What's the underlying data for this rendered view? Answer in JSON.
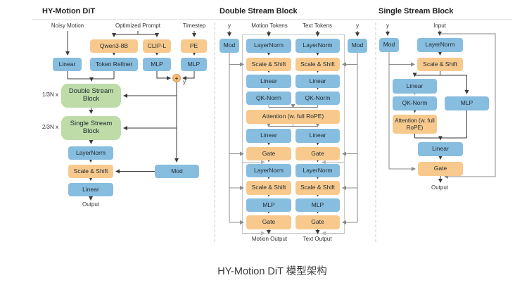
{
  "colors": {
    "blue": "#87BDDF",
    "orange": "#F8C98D",
    "green": "#BDDCA8",
    "plus_fill": "#F5B97C",
    "plus_border": "#DF9A55"
  },
  "caption": "HY-Motion DiT 模型架构",
  "left_panel": {
    "title": "HY-Motion DiT",
    "noisy_motion": "Noisy Motion",
    "optimized_prompt": "Optimized Prompt",
    "timestep": "Timestep",
    "qwen": "Qwen3-8B",
    "clip": "CLIP-L",
    "pe": "PE",
    "linear_in": "Linear",
    "token_refiner": "Token Refiner",
    "mlp_clip": "MLP",
    "mlp_pe": "MLP",
    "plus": "+",
    "y": "y",
    "double_mult": "1/3N x",
    "single_mult": "2/3N x",
    "double_stream": "Double Stream Block",
    "single_stream": "Single Stream Block",
    "layernorm": "LayerNorm",
    "scale_shift": "Scale & Shift",
    "linear_out": "Linear",
    "mod": "Mod",
    "output": "Output"
  },
  "double_stream_panel": {
    "title": "Double Stream Block",
    "y_left": "y",
    "y_right": "y",
    "motion_tokens": "Motion Tokens",
    "text_tokens": "Text Tokens",
    "mod_left": "Mod",
    "mod_right": "Mod",
    "pre_rows": [
      "LayerNorm",
      "Scale & Shift",
      "Linear",
      "QK-Norm"
    ],
    "attention": "Attention (w. full RoPE)",
    "post_rows": [
      "Linear",
      "Gate",
      "LayerNorm",
      "Scale & Shift",
      "MLP",
      "Gate"
    ],
    "motion_output": "Motion Output",
    "text_output": "Text Output"
  },
  "single_stream_panel": {
    "title": "Single Stream Block",
    "y": "y",
    "input": "Input",
    "mod": "Mod",
    "layernorm": "LayerNorm",
    "scale_shift": "Scale & Shift",
    "linear_qk": "Linear",
    "qk_norm": "QK-Norm",
    "mlp": "MLP",
    "attention": "Attention (w. full RoPE)",
    "linear_out": "Linear",
    "gate": "Gate",
    "output": "Output"
  }
}
